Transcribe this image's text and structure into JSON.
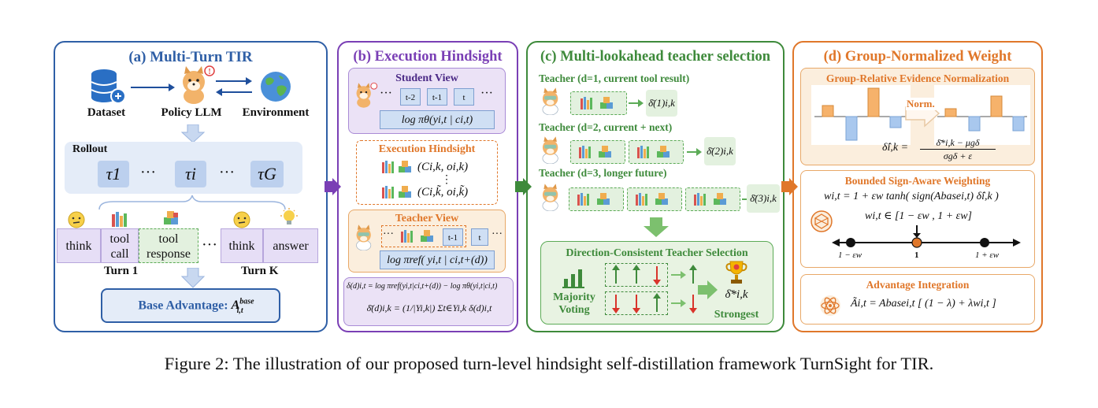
{
  "panel_a": {
    "title": "(a) Multi-Turn TIR",
    "dataset": "Dataset",
    "policy": "Policy LLM",
    "environment": "Environment",
    "rollout": "Rollout",
    "tau1": "τ1",
    "tau_i": "τi",
    "tau_G": "τG",
    "dots": "···",
    "think1": "think",
    "toolcall": "tool call",
    "toolresp": "tool response",
    "dots2": "···",
    "think2": "think",
    "answer": "answer",
    "turn1": "Turn 1",
    "turnk": "Turn K",
    "base_label": "Base Advantage:",
    "base_formula": "A_{i,t}^{base}"
  },
  "panel_b": {
    "title": "(b) Execution Hindsight",
    "student_view": "Student View",
    "student_tokens": [
      "t-2",
      "t-1",
      "t"
    ],
    "student_formula": "log πθ(yi,t | ci,t)",
    "exec_hindsight": "Execution Hindsight",
    "exec_f1": "(Ci,k, oi,k)",
    "exec_vdots": "⋮",
    "exec_f2": "(Ci,k̃, oi,k̃)",
    "teacher_view": "Teacher View",
    "teacher_tokens": [
      "t-1",
      "t"
    ],
    "teacher_formula": "log πref( yi,t | ci,t+(d))",
    "delta_eq": "δ(d)i,t = log πref(yi,t|ci,t+(d)) − log πθ(yi,t|ci,t)",
    "delta_bar_eq": "δ̄(d)i,k = (1/|Yi,k|) Σt∈Yi,k δ(d)i,t"
  },
  "panel_c": {
    "title": "(c) Multi-lookahead teacher selection",
    "teacher1": "Teacher (d=1, current tool result)",
    "teacher2": "Teacher (d=2, current + next)",
    "teacher3": "Teacher (d=3, longer future)",
    "d1": "δ̄(1)i,k",
    "d2": "δ̄(2)i,k",
    "d3": "δ̄(3)i,k",
    "selection_title": "Direction-Consistent Teacher Selection",
    "majority": "Majority",
    "voting": "Voting",
    "strongest_sym": "δ̄*i,k",
    "strongest": "Strongest"
  },
  "panel_d": {
    "title": "(d) Group-Normalized Weight",
    "gren_title": "Group-Relative Evidence Normalization",
    "norm": "Norm.",
    "gren_formula_lhs": "δ̂i,k",
    "gren_formula_num": "δ̄*i,k − μgδ",
    "gren_formula_den": "σgδ + ε",
    "bsaw_title": "Bounded Sign-Aware Weighting",
    "bsaw_eq1": "wi,t = 1 + εw tanh( sign(Abasei,t) δ̂i,k )",
    "bsaw_eq2": "wi,t ∈ [1 − εw , 1 + εw]",
    "axis_left": "1 − εw",
    "axis_mid": "1",
    "axis_right": "1 + εw",
    "ai_title": "Advantage Integration",
    "ai_eq": "Ãi,t = Abasei,t [ (1 − λ) + λwi,t ]"
  },
  "caption": "Figure 2: The illustration of our proposed turn-level hindsight self-distillation framework TurnSight for TIR.",
  "colors": {
    "blue": "#2f5fa6",
    "purple": "#7a3fb5",
    "green": "#3e8a3b",
    "orange": "#e0772a"
  }
}
